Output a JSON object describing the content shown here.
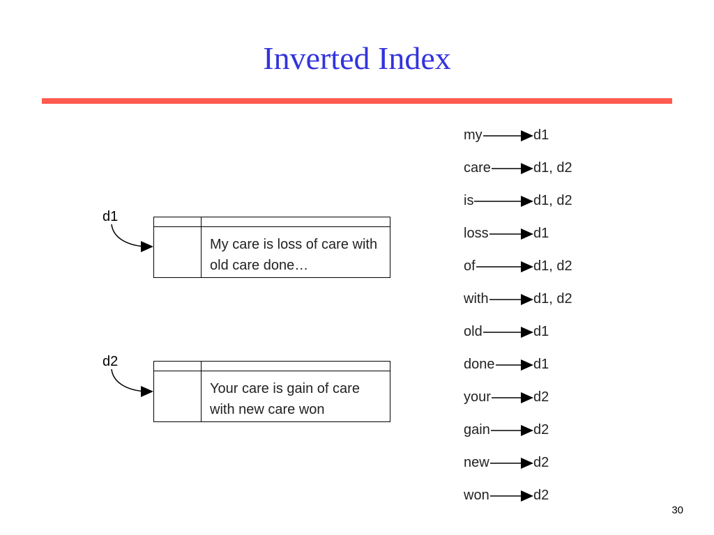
{
  "slide": {
    "title": "Inverted Index",
    "page_number": "30"
  },
  "colors": {
    "title": "#3333dd",
    "rule": "#ff5a50",
    "text": "#222222",
    "lines": "#000000"
  },
  "icons": {
    "pointer": "curved-arrow-icon",
    "link": "arrow-right-icon"
  },
  "documents": [
    {
      "label": "d1",
      "text": "My care is loss of care with old care done…"
    },
    {
      "label": "d2",
      "text": "Your care is gain of care with new care won"
    }
  ],
  "index": [
    {
      "term": "my",
      "postings": "d1"
    },
    {
      "term": "care",
      "postings": "d1, d2"
    },
    {
      "term": "is",
      "postings": "d1, d2"
    },
    {
      "term": "loss",
      "postings": "d1"
    },
    {
      "term": "of",
      "postings": "d1, d2"
    },
    {
      "term": "with",
      "postings": "d1, d2"
    },
    {
      "term": "old",
      "postings": "d1"
    },
    {
      "term": "done",
      "postings": "d1"
    },
    {
      "term": "your",
      "postings": "d2"
    },
    {
      "term": "gain",
      "postings": "d2"
    },
    {
      "term": "new",
      "postings": "d2"
    },
    {
      "term": "won",
      "postings": "d2"
    }
  ]
}
